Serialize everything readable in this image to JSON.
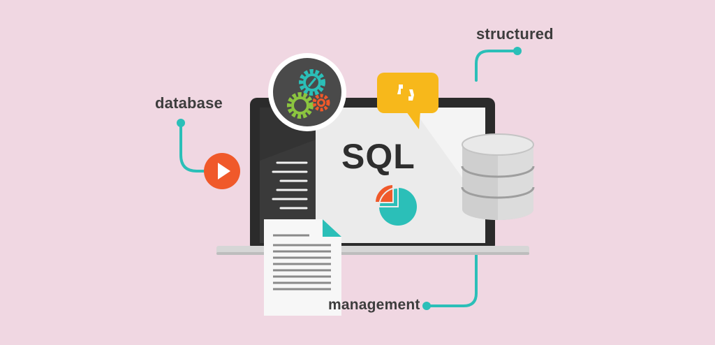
{
  "labels": {
    "database": "database",
    "structured": "structured",
    "management": "management"
  },
  "screen": {
    "title": "SQL"
  },
  "colors": {
    "background": "#f0d7e2",
    "teal": "#2bbfb8",
    "orange": "#f0592a",
    "yellow": "#f7b81b",
    "laptop_dark": "#2b2b2b",
    "screen_light": "#ebebeb",
    "text_dark": "#3d3d3d"
  },
  "icons": {
    "gears_badge": "gears-icon",
    "chat_bubble": "quote-chat-icon",
    "play_button": "play-icon",
    "pie_chart": "pie-chart-icon",
    "database": "database-cylinder-icon",
    "document": "document-icon",
    "menu_lines": "menu-lines-icon"
  }
}
